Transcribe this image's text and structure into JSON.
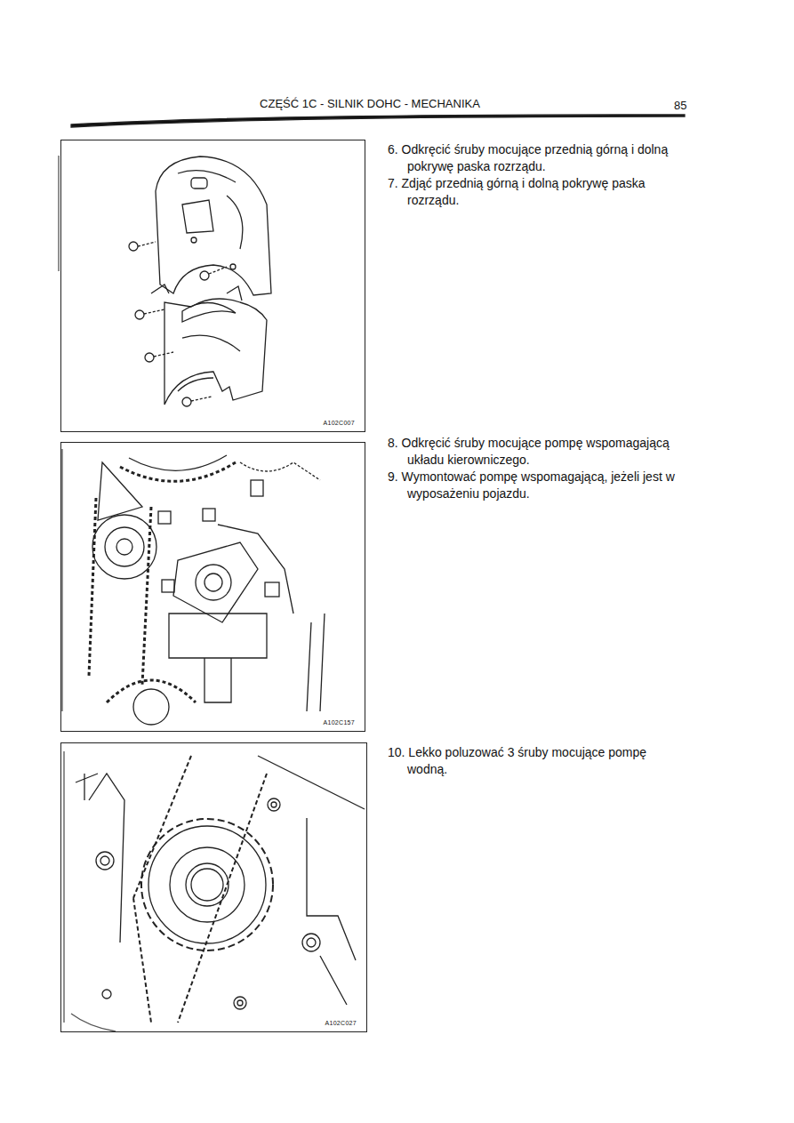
{
  "diagram": {
    "title": "CZĘŚĆ 1C - SILNIK DOHC - MECHANIKA",
    "nodes": [
      {
        "text": [
          "A102C007"
        ]
      },
      {
        "text": [
          "A102C157"
        ]
      },
      {
        "text": [
          "A102C027"
        ]
      }
    ],
    "labels": [
      "85",
      "6. Odkręcić śruby mocujące przednią górną i dolną pokrywę paska rozrządu.",
      "7. Zdjąć przednią górną i dolną pokrywę paska rozrządu.",
      "8. Odkręcić śruby mocujące pompę wspomagającą układu kierowniczego.",
      "9. Wymontować pompę wspomagającą, jeżeli jest w wyposażeniu pojazdu.",
      "10. Lekko poluzować 3 śruby mocujące pompę wodną."
    ]
  }
}
